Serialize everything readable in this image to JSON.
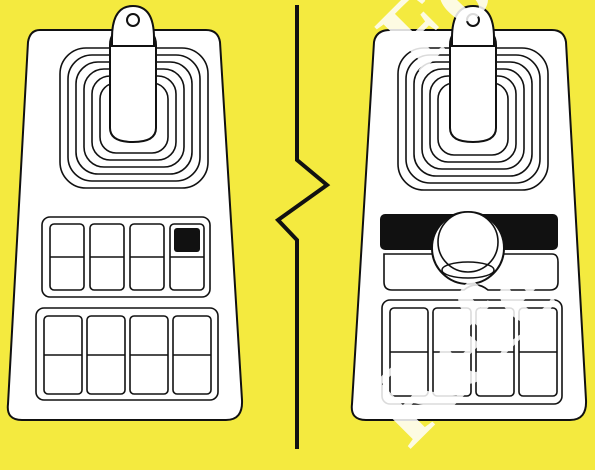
{
  "watermark": {
    "line1": "Fo",
    "line2": "Refe"
  },
  "colors": {
    "background": "#f4ea3f",
    "panel": "#ffffff",
    "ink": "#111111"
  },
  "left_panel": {
    "button_rows": 2,
    "button_cols": 4,
    "active_button": [
      0,
      3
    ]
  },
  "right_panel": {
    "has_knob": true,
    "button_cols": 4
  }
}
